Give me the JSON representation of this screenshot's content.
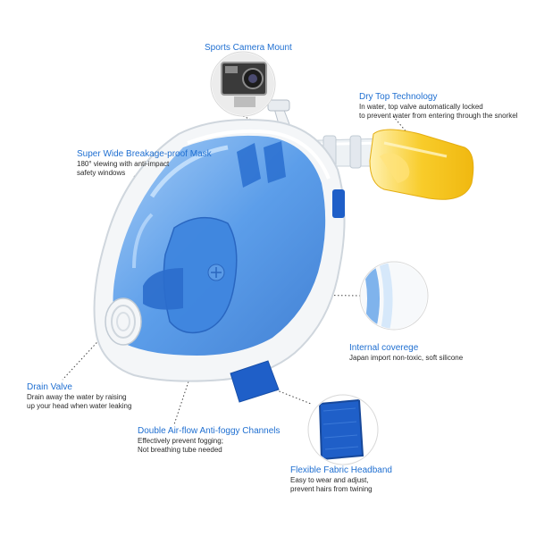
{
  "callouts": {
    "camera_mount": {
      "title": "Sports Camera Mount",
      "desc": ""
    },
    "dry_top": {
      "title": "Dry Top Technology",
      "desc": "In water, top valve automatically locked\nto prevent water from entering through the snorkel"
    },
    "wide_mask": {
      "title": "Super Wide Breakage-proof Mask",
      "desc": "180° viewing with anti-impact\nsafety windows"
    },
    "coverage": {
      "title": "Internal coverege",
      "desc": "Japan import non-toxic, soft silicone"
    },
    "drain_valve": {
      "title": "Drain Valve",
      "desc": "Drain away the water by raising\nup your head when water leaking"
    },
    "antifog": {
      "title": "Double Air-flow Anti-foggy Channels",
      "desc": "Effectively prevent fogging;\nNot breathing tube needed"
    },
    "headband": {
      "title": "Flexible Fabric Headband",
      "desc": "Easy to wear and adjust,\nprevent hairs from twining"
    }
  },
  "colors": {
    "title_blue": "#1f6fd1",
    "mask_blue": "#3d8ee6",
    "frame_white": "#f3f5f7",
    "valve_yellow": "#f6c21c",
    "strap_blue": "#1f5fc8"
  }
}
